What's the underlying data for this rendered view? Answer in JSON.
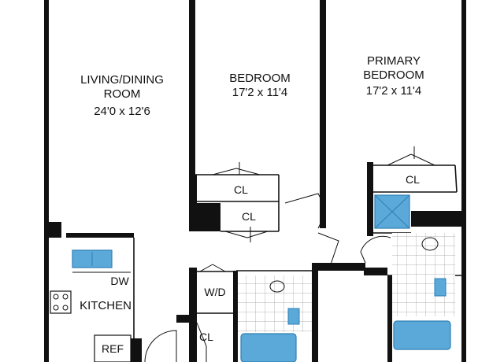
{
  "rooms": {
    "living_dining": {
      "name_line1": "LIVING/DINING",
      "name_line2": "ROOM",
      "dims": "24'0 x 12'6"
    },
    "bedroom": {
      "name": "BEDROOM",
      "dims": "17'2 x 11'4"
    },
    "primary_bedroom": {
      "name_line1": "PRIMARY",
      "name_line2": "BEDROOM",
      "dims": "17'2 x 11'4"
    }
  },
  "closets": {
    "bedroom_cl_1": "CL",
    "bedroom_cl_2": "CL",
    "primary_cl": "CL",
    "hall_cl": "CL"
  },
  "fixtures": {
    "dw": "DW",
    "kitchen": "KITCHEN",
    "ref": "REF",
    "wd": "W/D"
  },
  "colors": {
    "fixture_blue": "#5aa9d9",
    "fixture_blue_dark": "#2f7fb5",
    "wall": "#111111",
    "tile": "#9a9a9a"
  }
}
